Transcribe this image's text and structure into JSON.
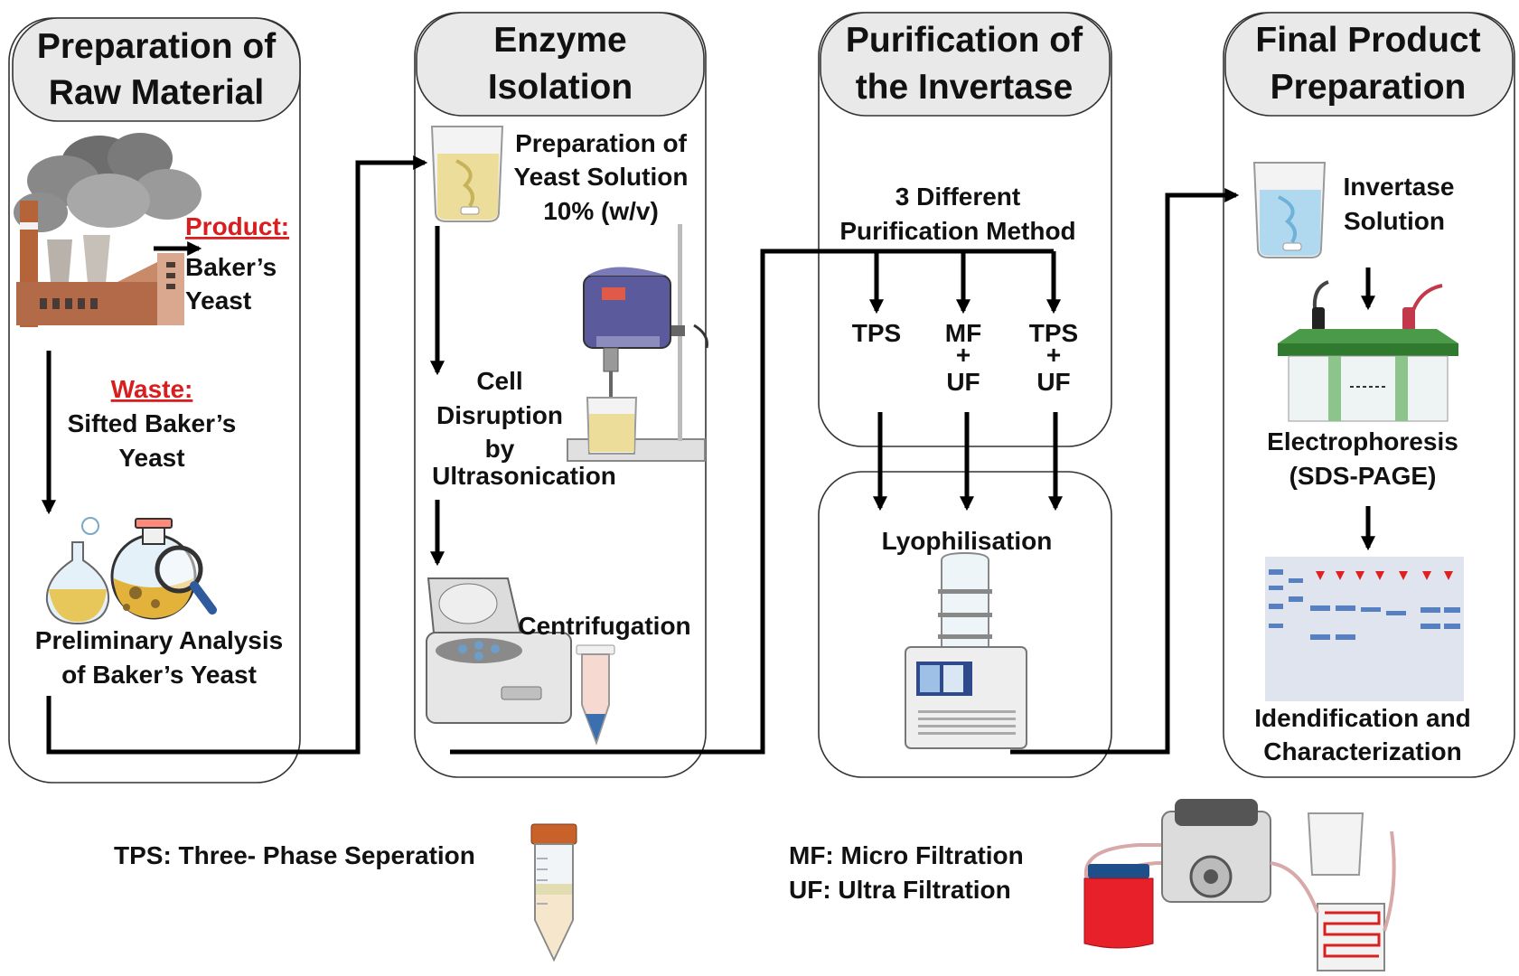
{
  "panels": {
    "raw_material": {
      "title_line1": "Preparation of",
      "title_line2": "Raw Material",
      "product_label": "Product:",
      "product_line1": "Baker’s",
      "product_line2": "Yeast",
      "waste_label": "Waste:",
      "waste_line1": "Sifted Baker’s",
      "waste_line2": "Yeast",
      "analysis_line1": "Preliminary Analysis",
      "analysis_line2": "of Baker’s Yeast"
    },
    "enzyme_isolation": {
      "title_line1": "Enzyme",
      "title_line2": "Isolation",
      "step1_line1": "Preparation of",
      "step1_line2": "Yeast Solution",
      "step1_line3": "10% (w/v)",
      "step2_line1": "Cell",
      "step2_line2": "Disruption",
      "step2_line3": "by",
      "step2_line4": "Ultrasonication",
      "step3": "Centrifugation"
    },
    "purification": {
      "title_line1": "Purification of",
      "title_line2": "the Invertase",
      "methods_line1": "3 Different",
      "methods_line2": "Purification Method",
      "method1": "TPS",
      "method2_line1": "MF",
      "method2_line2": "+",
      "method2_line3": "UF",
      "method3_line1": "TPS",
      "method3_line2": "+",
      "method3_line3": "UF",
      "lyophilisation": "Lyophilisation"
    },
    "final_product": {
      "title_line1": "Final Product",
      "title_line2": "Preparation",
      "step1_line1": "Invertase",
      "step1_line2": "Solution",
      "step2_line1": "Electrophoresis",
      "step2_line2": "(SDS-PAGE)",
      "step3_line1": "Idendification and",
      "step3_line2": "Characterization"
    }
  },
  "legend": {
    "tps": "TPS: Three- Phase Seperation",
    "mf": "MF: Micro Filtration",
    "uf": "UF: Ultra Filtration"
  },
  "icons": {
    "factory": "factory-icon",
    "flasks": "flask-magnifier-icon",
    "beaker_yeast": "beaker-icon",
    "sonicator": "ultrasonicator-icon",
    "centrifuge": "centrifuge-icon",
    "tube": "centrifuge-tube-icon",
    "freeze_dryer": "freeze-dryer-icon",
    "beaker_invertase": "beaker-icon",
    "electrophoresis": "electrophoresis-chamber-icon",
    "gel": "sds-page-gel-icon",
    "falcon": "falcon-tube-icon",
    "filtration": "filtration-setup-icon"
  },
  "colors": {
    "waste_red": "#d81e1e",
    "header_gray": "#e9e9e9",
    "yeast_yellow": "#ead98a",
    "invertase_blue": "#a9d6f0",
    "gel_blue": "#3f6fb8"
  }
}
